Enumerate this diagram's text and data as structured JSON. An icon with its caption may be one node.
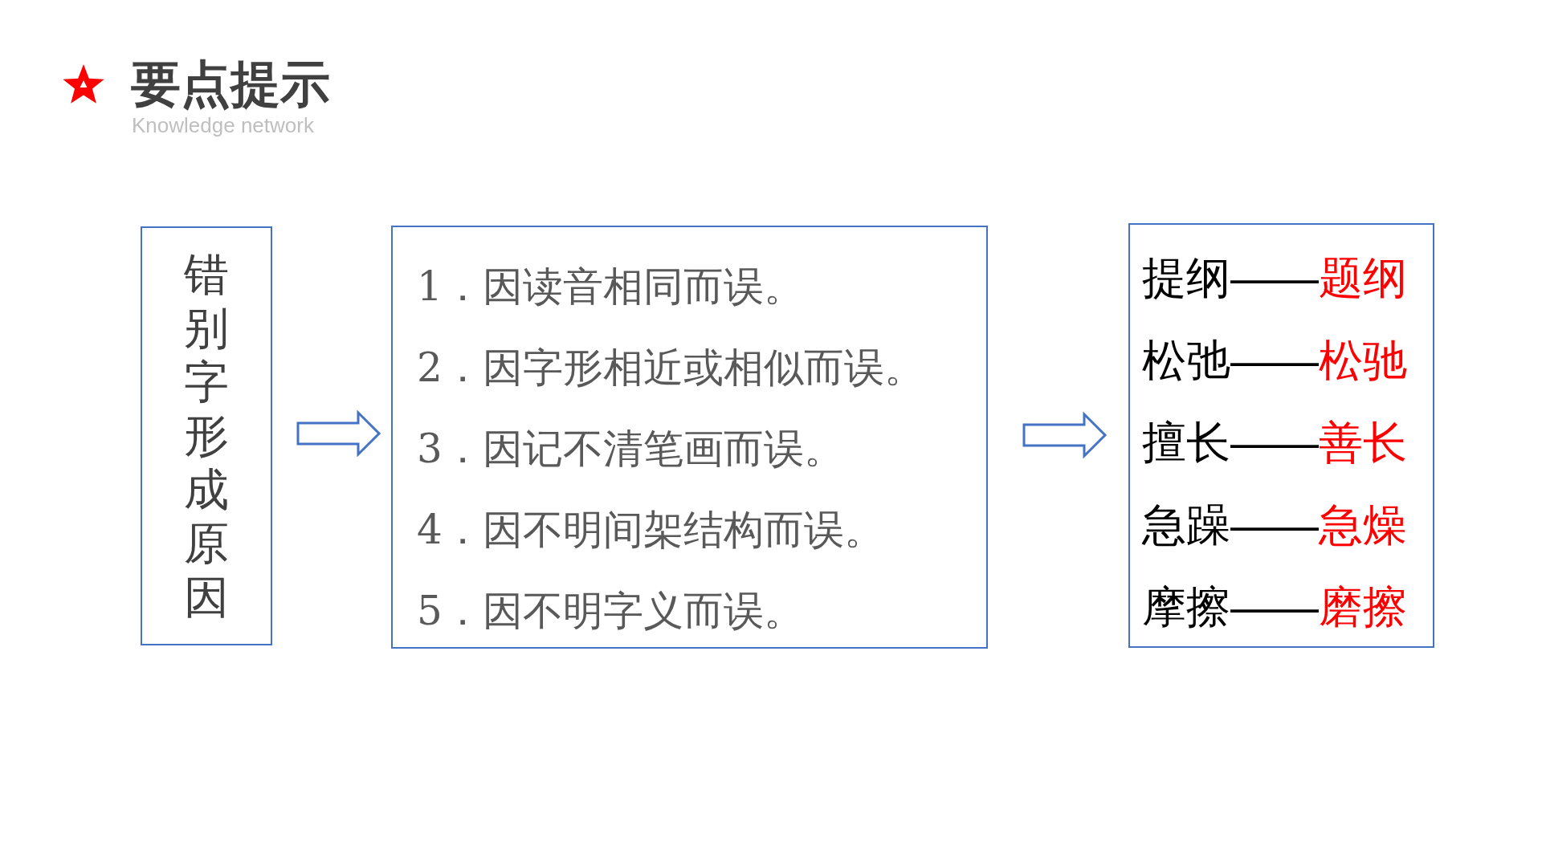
{
  "diagram": {
    "title": "要点提示",
    "nodes": [
      {
        "text": [
          "错别字形成原因"
        ]
      },
      {
        "text": [
          "1．因读音相同而误。",
          "2．因字形相近或相似而误。",
          "3．因记不清笔画而误。",
          "4．因不明间架结构而误。",
          "5．因不明字义而误。"
        ]
      },
      {
        "text": [
          "提纲——",
          "题纲",
          "松弛——",
          "松驰",
          "擅长——",
          "善长",
          "急躁——",
          "急燥",
          "摩擦——",
          "磨擦"
        ]
      }
    ],
    "edges": [
      {
        "from": 0,
        "to": 1,
        "arrow": "to"
      },
      {
        "from": 1,
        "to": 2,
        "arrow": "to"
      }
    ],
    "labels": [
      "Knowledge network"
    ]
  }
}
